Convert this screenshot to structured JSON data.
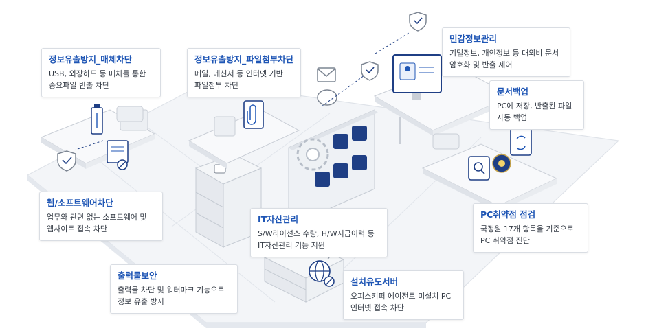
{
  "colors": {
    "accent": "#1f56b5",
    "floor": "#f1f3f6",
    "floor_line": "#dde1e7",
    "device": "#e9ecf0"
  },
  "features": [
    {
      "id": "media_block",
      "title": "정보유출방지_매체차단",
      "lines": [
        "USB, 외장하드 등 매체를 통한",
        "중요파일 반출 차단"
      ]
    },
    {
      "id": "attach_block",
      "title": "정보유출방지_파일첨부차단",
      "lines": [
        "메일, 메신저 등 인터넷 기반",
        "파일첨부 차단"
      ]
    },
    {
      "id": "sensitive",
      "title": "민감정보관리",
      "lines": [
        "기밀정보, 개인정보 등 대외비 문서",
        "암호화 및 반출 제어"
      ]
    },
    {
      "id": "doc_backup",
      "title": "문서백업",
      "lines": [
        "PC에 저장, 반출된 파일",
        "자동 백업"
      ]
    },
    {
      "id": "web_sw_block",
      "title": "웹/소프트웨어차단",
      "lines": [
        "업무와 관련 없는 소프트웨어 및",
        "웹사이트 접속 차단"
      ]
    },
    {
      "id": "it_asset",
      "title": "IT자산관리",
      "lines": [
        "S/W라이선스 수량, H/W지급이력 등",
        "IT자산관리 기능 지원"
      ]
    },
    {
      "id": "pc_vuln",
      "title": "PC취약점 점검",
      "lines": [
        "국정원 17개 항목을 기준으로",
        "PC 취약점 진단"
      ]
    },
    {
      "id": "print_sec",
      "title": "출력물보안",
      "lines": [
        "출력물 차단 및 워터마크 기능으로",
        "정보 유출 방지"
      ]
    },
    {
      "id": "install_server",
      "title": "설치유도서버",
      "lines": [
        "오피스키퍼 에이전트 미설치 PC",
        "인터넷 접속 차단"
      ]
    }
  ]
}
